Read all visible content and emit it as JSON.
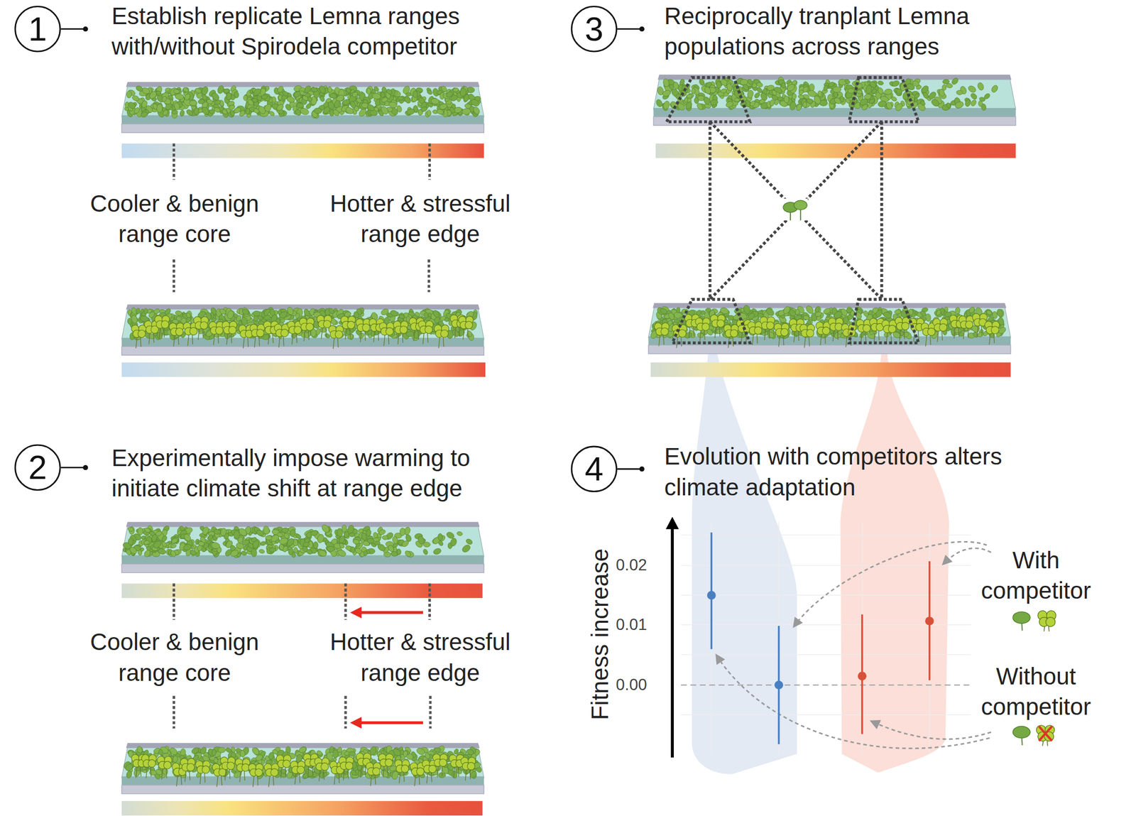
{
  "diagram": {
    "nodes": [
      {
        "text": [
          "1",
          "Establish replicate Lemna ranges with/without Spirodela competitor"
        ]
      },
      {
        "text": [
          "2",
          "Experimentally impose warming to initiate climate shift at range edge"
        ]
      },
      {
        "text": [
          "3",
          "Reciprocally tranplant Lemna populations across ranges"
        ]
      },
      {
        "text": [
          "4",
          "Evolution with competitors alters climate adaptation"
        ]
      }
    ],
    "labels": [
      "Cooler & benign range core",
      "Hotter & stressful range edge",
      "Cooler & benign range core",
      "Hotter & stressful range edge",
      "Fitness increase",
      "0.02",
      "0.01",
      "0.00",
      "With competitor",
      "Without competitor"
    ]
  }
}
